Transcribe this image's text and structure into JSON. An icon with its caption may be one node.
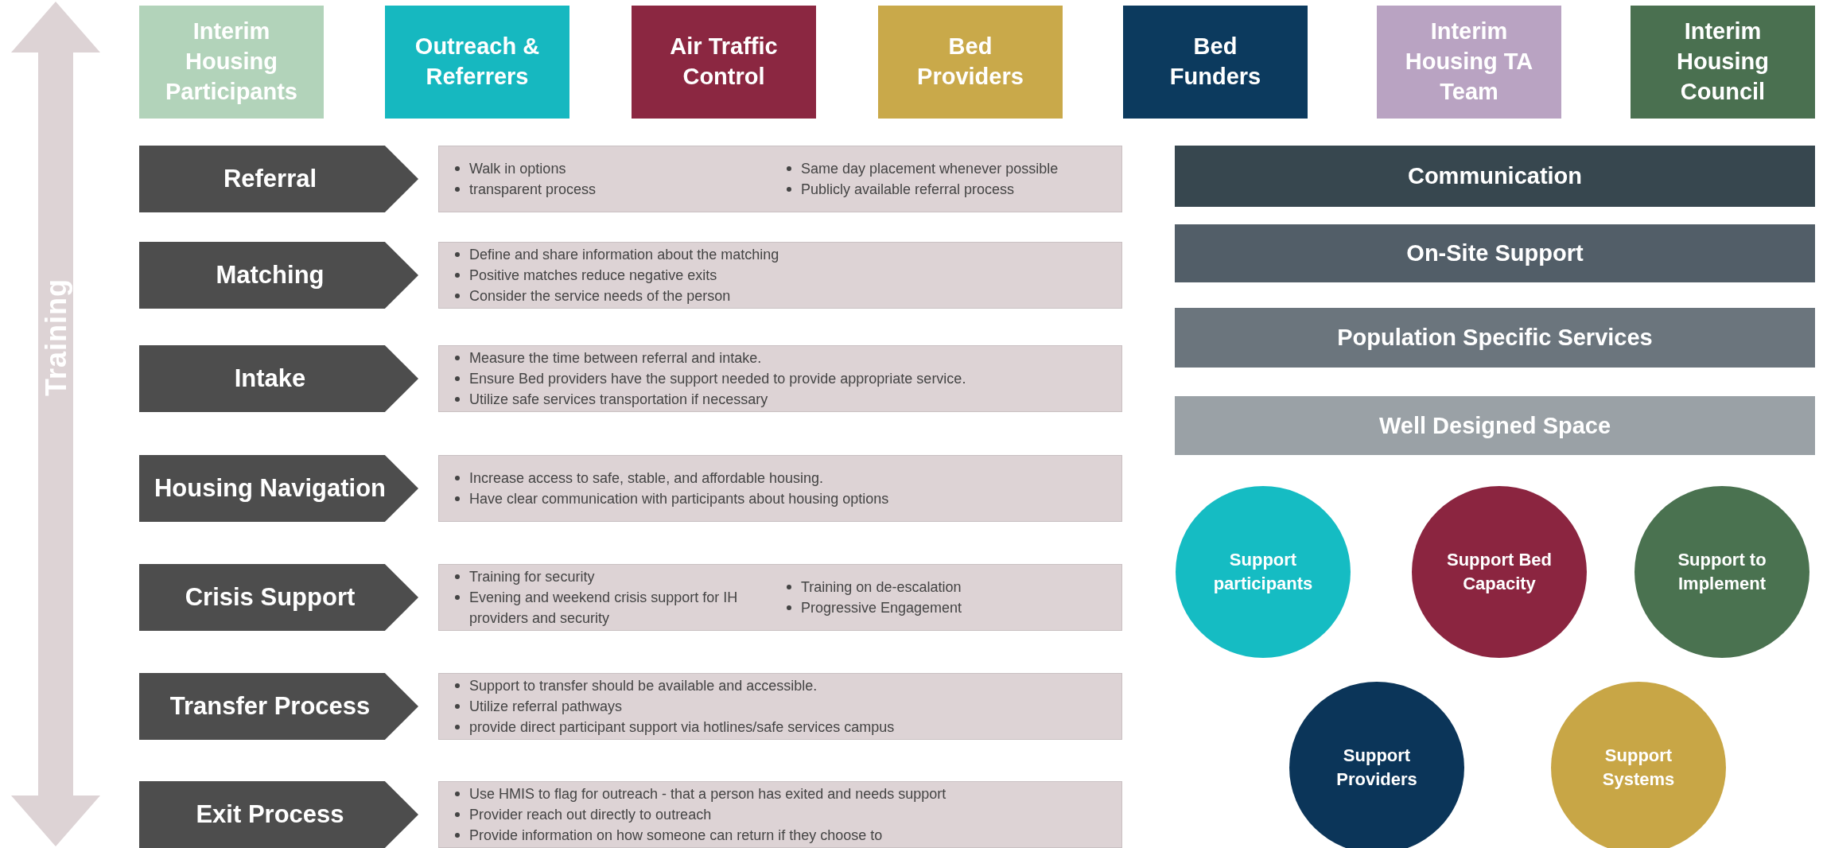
{
  "diagram": {
    "nodes": [
      {
        "text": [
          "Training"
        ]
      },
      {
        "text": [
          "Interim Housing Participants"
        ]
      },
      {
        "text": [
          "Outreach & Referrers"
        ]
      },
      {
        "text": [
          "Air Traffic Control"
        ]
      },
      {
        "text": [
          "Bed Providers"
        ]
      },
      {
        "text": [
          "Bed Funders"
        ]
      },
      {
        "text": [
          "Interim Housing TA Team"
        ]
      },
      {
        "text": [
          "Interim Housing Council"
        ]
      },
      {
        "text": [
          "Referral"
        ]
      },
      {
        "text": [
          "Walk in options",
          "transparent process",
          "Same day placement whenever possible",
          "Publicly available referral process"
        ]
      },
      {
        "text": [
          "Matching"
        ]
      },
      {
        "text": [
          "Define and share information about the matching",
          "Positive matches reduce negative exits",
          "Consider the service needs of the person"
        ]
      },
      {
        "text": [
          "Intake"
        ]
      },
      {
        "text": [
          "Measure the time between referral and intake.",
          "Ensure Bed providers have the support needed to provide appropriate service.",
          "Utilize safe services transportation if necessary"
        ]
      },
      {
        "text": [
          "Housing Navigation"
        ]
      },
      {
        "text": [
          "Increase access to safe, stable, and affordable housing.",
          "Have clear communication with participants about housing options"
        ]
      },
      {
        "text": [
          "Crisis Support"
        ]
      },
      {
        "text": [
          "Training for security",
          "Evening and weekend crisis support for IH providers and security",
          "Training on de-escalation",
          "Progressive Engagement"
        ]
      },
      {
        "text": [
          "Transfer Process"
        ]
      },
      {
        "text": [
          "Support to transfer should be available and accessible.",
          "Utilize referral pathways",
          "provide direct participant support via hotlines/safe services campus"
        ]
      },
      {
        "text": [
          "Exit Process"
        ]
      },
      {
        "text": [
          "Use HMIS to flag for outreach - that a person has exited and needs support",
          "Provider reach out directly to outreach",
          "Provide information on how someone can return if they choose to"
        ]
      },
      {
        "text": [
          "Communication"
        ]
      },
      {
        "text": [
          "On-Site Support"
        ]
      },
      {
        "text": [
          "Population Specific Services"
        ]
      },
      {
        "text": [
          "Well Designed Space"
        ]
      },
      {
        "text": [
          "Support participants"
        ]
      },
      {
        "text": [
          "Support Bed Capacity"
        ]
      },
      {
        "text": [
          "Support to Implement"
        ]
      },
      {
        "text": [
          "Support Providers"
        ]
      },
      {
        "text": [
          "Support Systems"
        ]
      }
    ]
  }
}
